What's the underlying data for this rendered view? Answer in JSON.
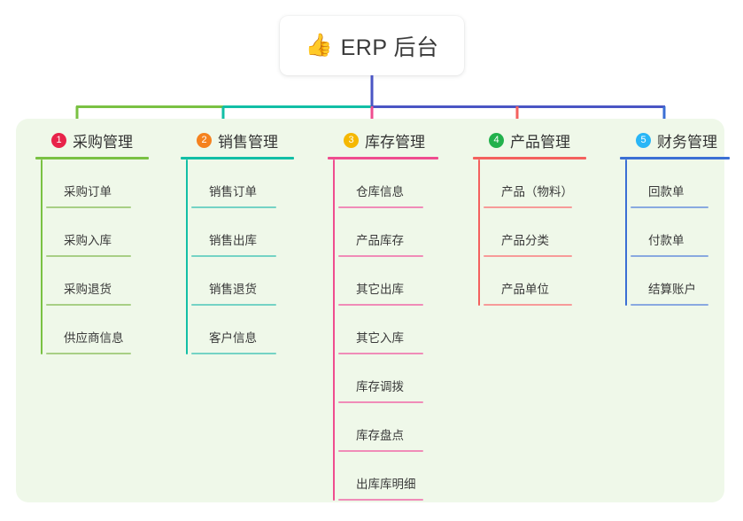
{
  "root": {
    "icon": "thumbs-up-icon",
    "emoji": "👍",
    "title": "ERP 后台"
  },
  "colors": {
    "panel_background": "#eff8e9",
    "page_background": "#ffffff",
    "root_card": "#ffffff",
    "bus_green": "#7ac143",
    "bus_teal": "#12bfa6",
    "bus_blue": "#4a55c4",
    "stub_green": "#7ac143",
    "stub_teal": "#12bfa6",
    "stub_pink": "#ef4d8f",
    "stub_red": "#f4615e",
    "stub_blue": "#3b6fd4"
  },
  "columns": [
    {
      "number": "1",
      "title": "采购管理",
      "badge_color": "#e8234a",
      "line_color": "#7ac143",
      "leaf_line_color": "#a8cf85",
      "items": [
        {
          "label": "采购订单"
        },
        {
          "label": "采购入库"
        },
        {
          "label": "采购退货"
        },
        {
          "label": "供应商信息"
        }
      ]
    },
    {
      "number": "2",
      "title": "销售管理",
      "badge_color": "#f5821f",
      "line_color": "#12bfa6",
      "leaf_line_color": "#74d3c5",
      "items": [
        {
          "label": "销售订单"
        },
        {
          "label": "销售出库"
        },
        {
          "label": "销售退货"
        },
        {
          "label": "客户信息"
        }
      ]
    },
    {
      "number": "3",
      "title": "库存管理",
      "badge_color": "#f5b800",
      "line_color": "#ef4d8f",
      "leaf_line_color": "#f08cb8",
      "items": [
        {
          "label": "仓库信息"
        },
        {
          "label": "产品库存"
        },
        {
          "label": "其它出库"
        },
        {
          "label": "其它入库"
        },
        {
          "label": "库存调拨"
        },
        {
          "label": "库存盘点"
        },
        {
          "label": "出库库明细"
        }
      ]
    },
    {
      "number": "4",
      "title": "产品管理",
      "badge_color": "#22b14c",
      "line_color": "#f4615e",
      "leaf_line_color": "#f79b99",
      "items": [
        {
          "label": "产品（物料）"
        },
        {
          "label": "产品分类"
        },
        {
          "label": "产品单位"
        }
      ]
    },
    {
      "number": "5",
      "title": "财务管理",
      "badge_color": "#29b6f6",
      "line_color": "#3b6fd4",
      "leaf_line_color": "#89a9e0",
      "items": [
        {
          "label": "回款单"
        },
        {
          "label": "付款单"
        },
        {
          "label": "结算账户"
        }
      ]
    }
  ]
}
